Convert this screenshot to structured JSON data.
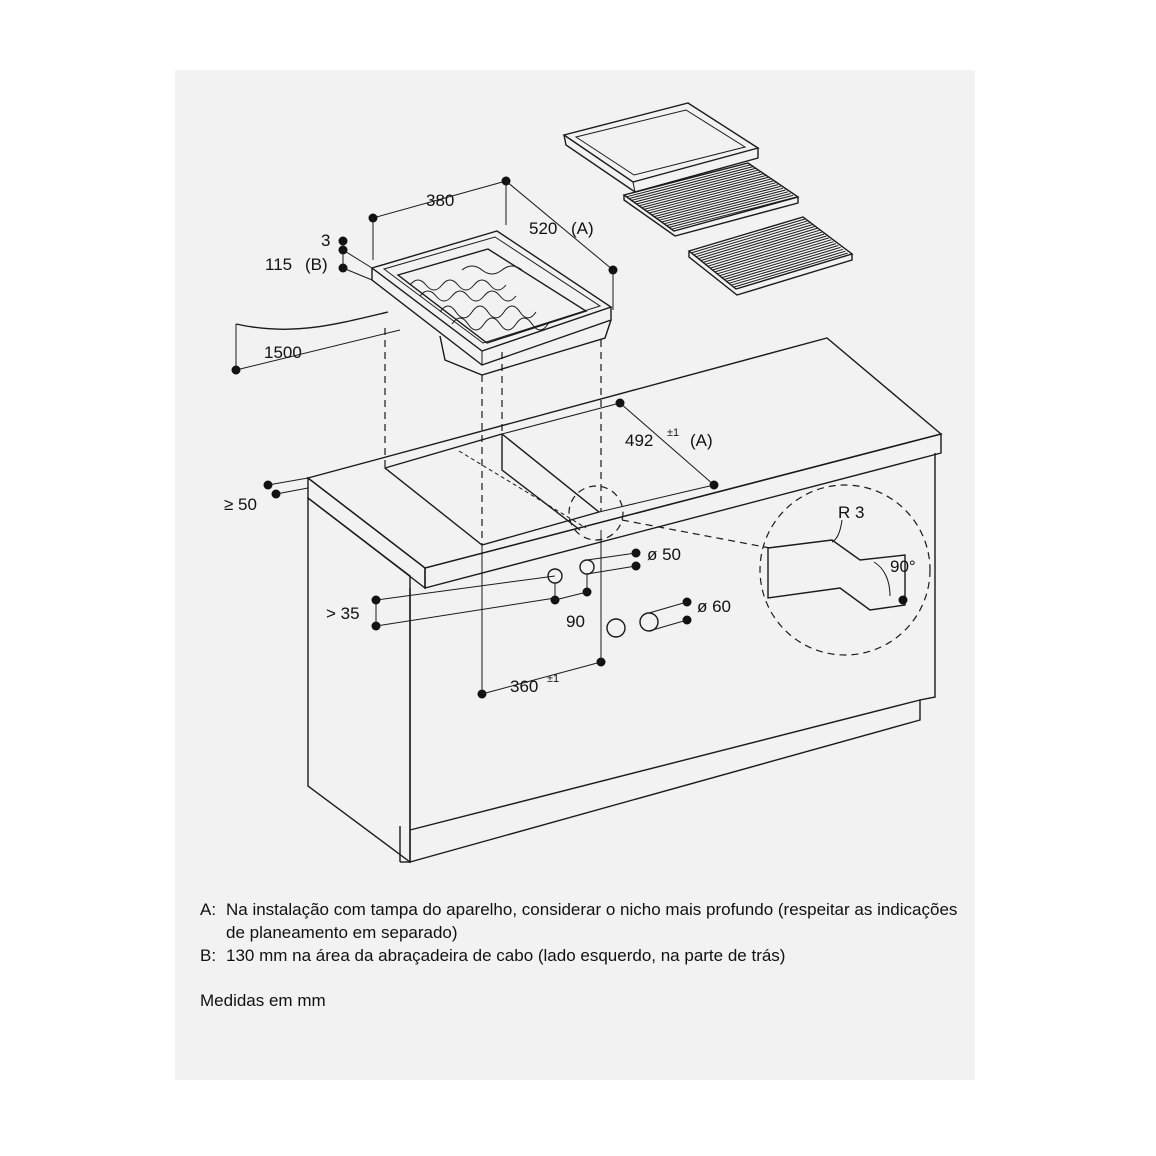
{
  "dimensions": {
    "width_380": "380",
    "depth_520": "520",
    "depth_520_ref": "(A)",
    "gap_3": "3",
    "height_115": "115",
    "height_115_ref": "(B)",
    "cable_1500": "1500",
    "cutout_492": "492",
    "cutout_492_tol": "±1",
    "cutout_492_ref": "(A)",
    "edge_50": "≥ 50",
    "hole_50": "ø 50",
    "hole_60": "ø 60",
    "spacing_35": "> 35",
    "spacing_90": "90",
    "cutout_360": "360",
    "cutout_360_tol": "±1",
    "radius": "R 3",
    "angle": "90°"
  },
  "notes": [
    {
      "key": "A:",
      "text": "Na instalação com tampa do aparelho, considerar o nicho mais profundo (respeitar as indicações de planeamento em separado)"
    },
    {
      "key": "B:",
      "text": "130 mm na área da abraçadeira de cabo (lado esquerdo, na parte de trás)"
    }
  ],
  "units_note": "Medidas em mm"
}
